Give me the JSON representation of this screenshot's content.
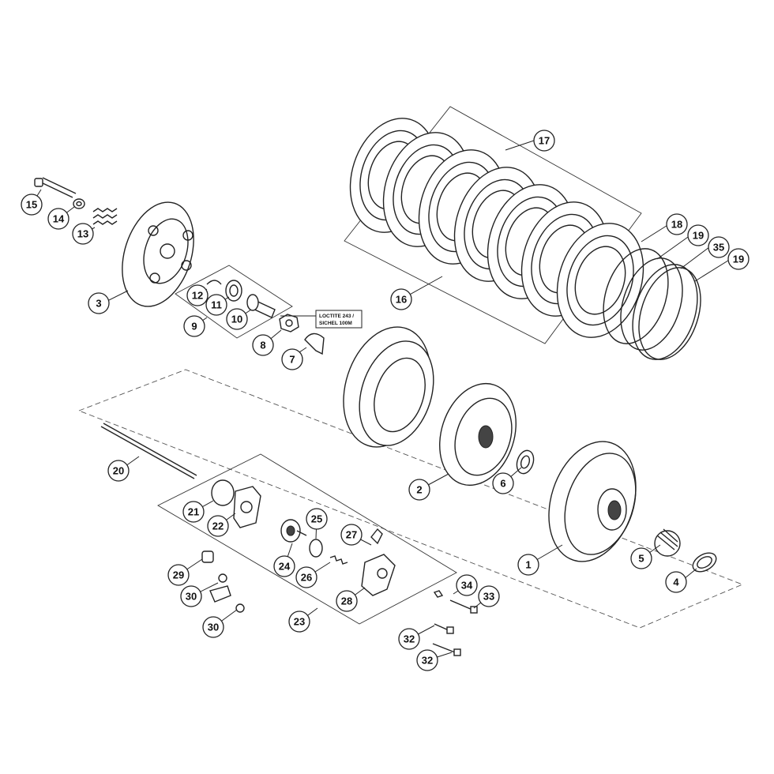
{
  "callouts": [
    "1",
    "2",
    "3",
    "4",
    "5",
    "6",
    "7",
    "8",
    "9",
    "10",
    "11",
    "12",
    "13",
    "14",
    "15",
    "16",
    "17",
    "18",
    "19",
    "20",
    "21",
    "22",
    "23",
    "24",
    "25",
    "26",
    "27",
    "28",
    "29",
    "30",
    "32",
    "33",
    "34",
    "35"
  ],
  "note": {
    "line1": "LOCTITE 243 /",
    "line2": "SICHEL 100M"
  }
}
